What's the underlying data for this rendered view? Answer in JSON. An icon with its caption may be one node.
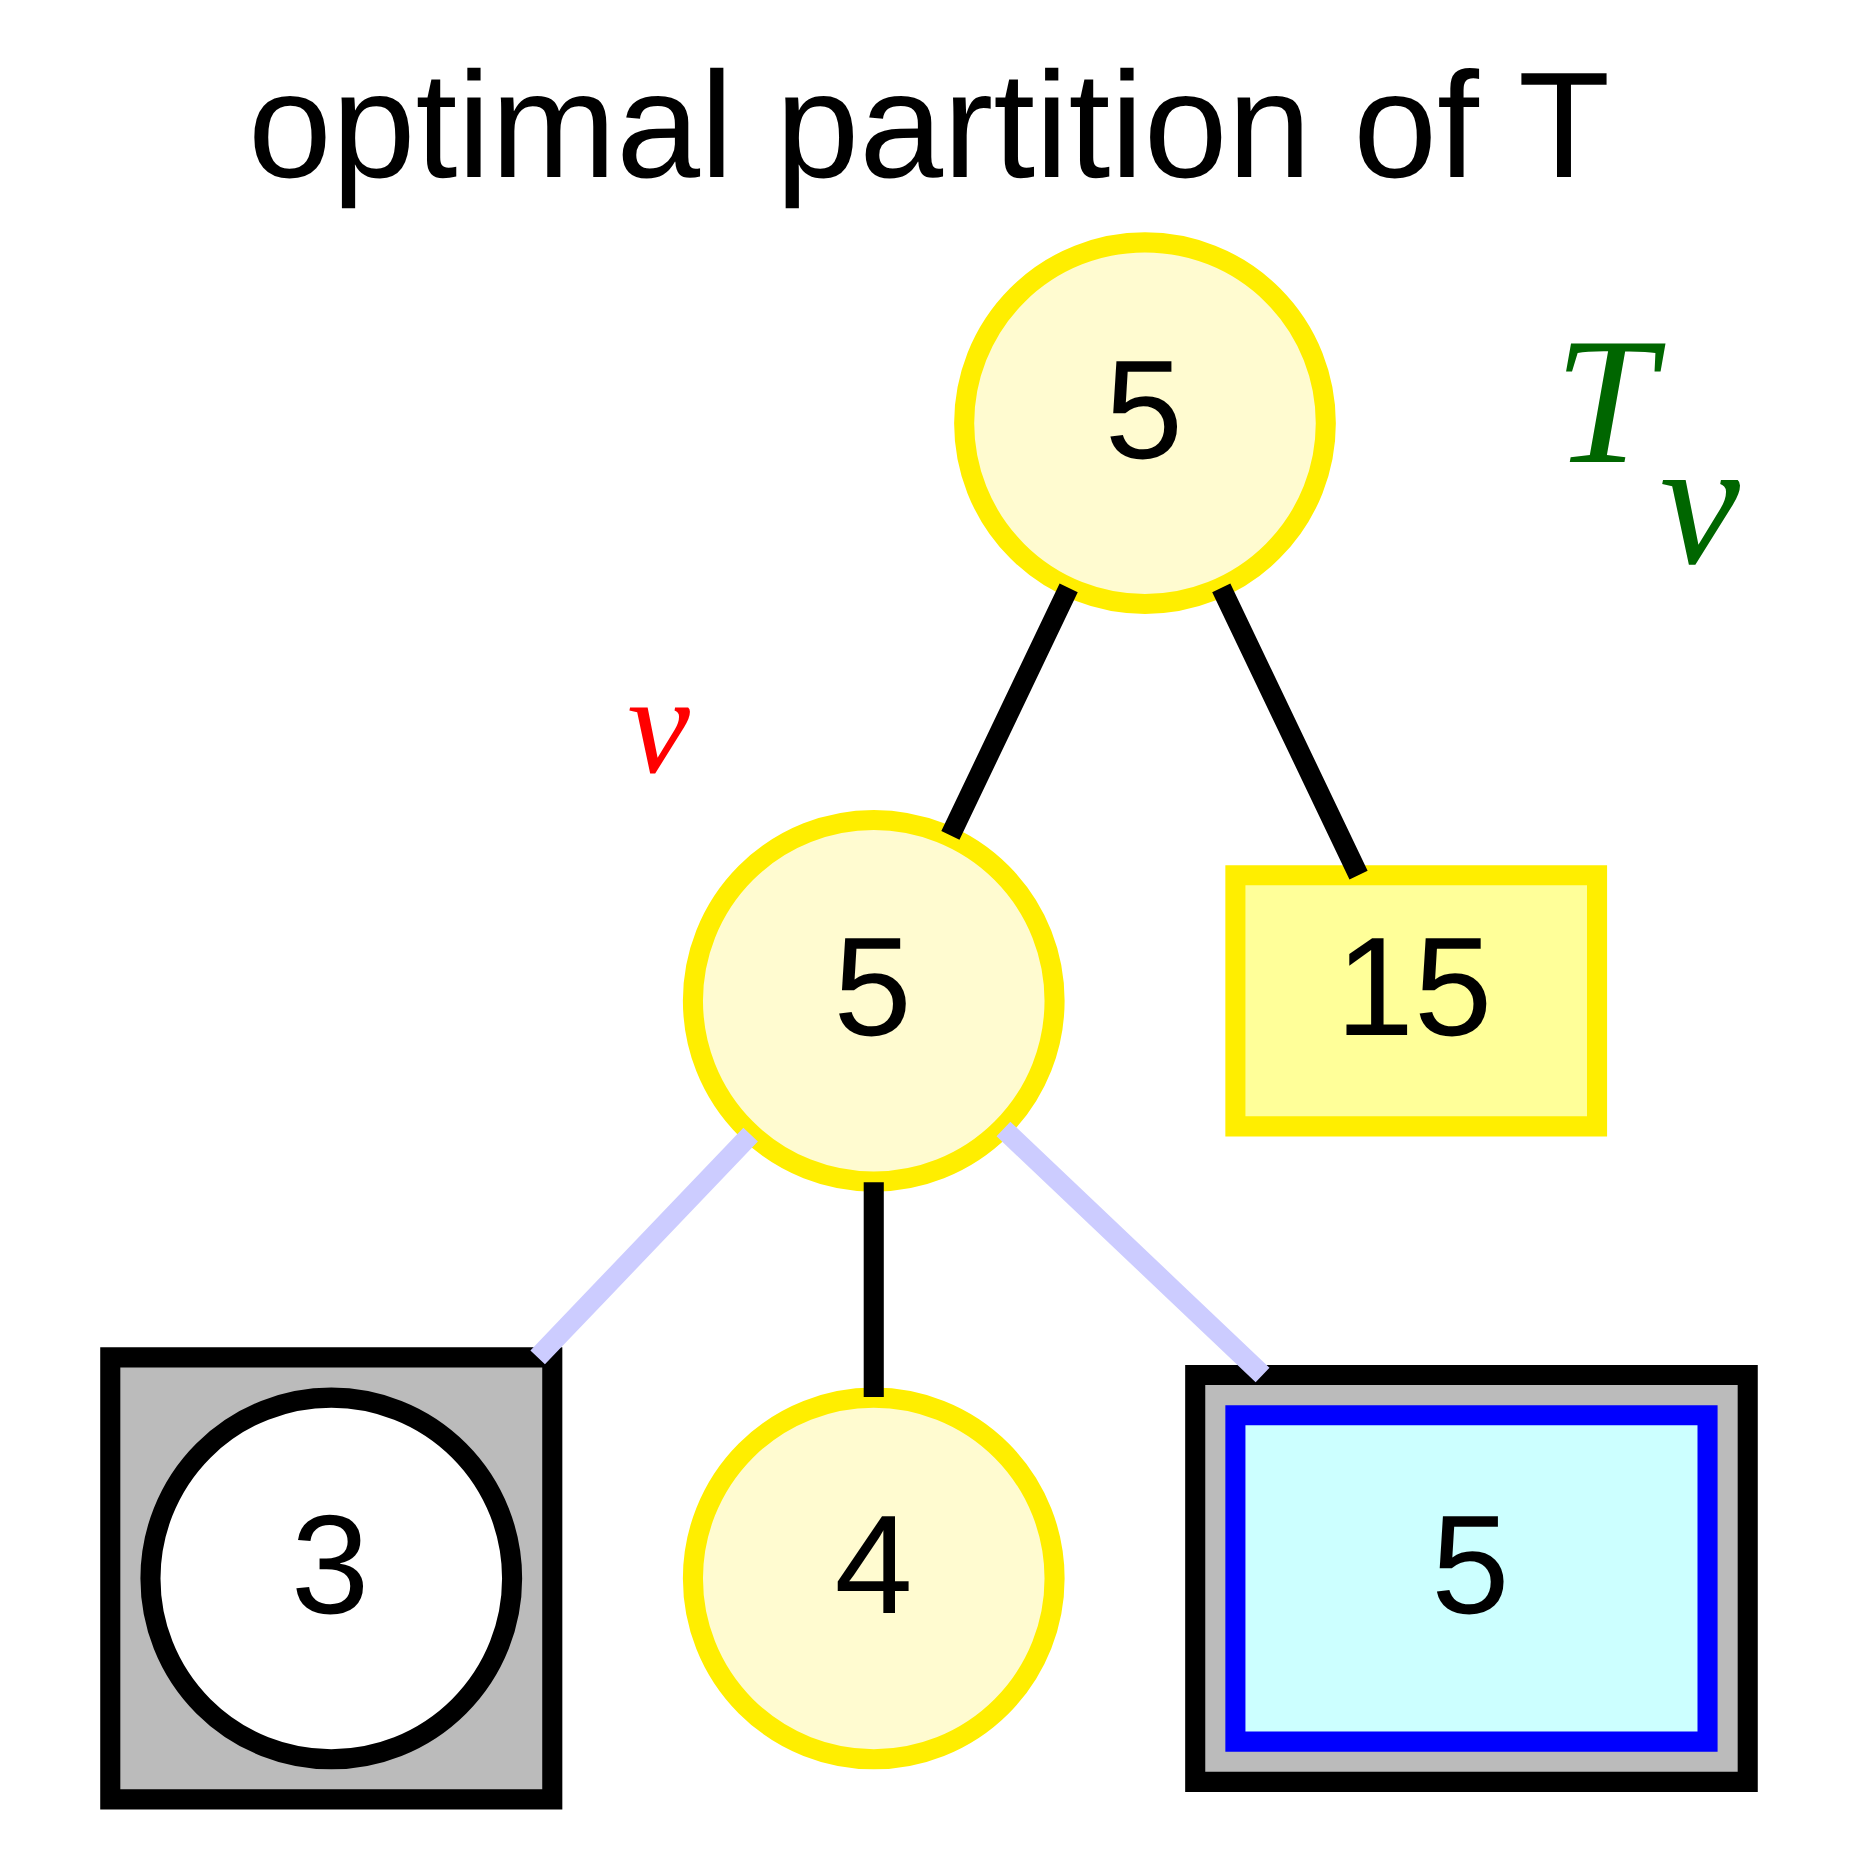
{
  "diagram": {
    "title": "optimal partition of T",
    "nodes": [
      {
        "text": [
          "5"
        ]
      },
      {
        "text": [
          "15"
        ]
      },
      {
        "text": [
          "5"
        ],
        "beside": [
          "v"
        ]
      },
      {
        "text": [],
        "shape": "box"
      },
      {
        "text": [
          "3"
        ],
        "in": 3
      },
      {
        "text": [
          "4"
        ]
      },
      {
        "text": [],
        "shape": "box"
      },
      {
        "text": [
          "5"
        ],
        "in": 6
      }
    ],
    "edges": [
      {
        "from": 0,
        "to": 2,
        "arrow": "none"
      },
      {
        "from": 0,
        "to": 1,
        "arrow": "none"
      },
      {
        "from": 2,
        "to": 3,
        "arrow": "none",
        "color": "#ccccff"
      },
      {
        "from": 2,
        "to": 5,
        "arrow": "none"
      },
      {
        "from": 2,
        "to": 6,
        "arrow": "none",
        "color": "#ccccff"
      }
    ],
    "labels": [
      "T$_{v}$"
    ]
  }
}
